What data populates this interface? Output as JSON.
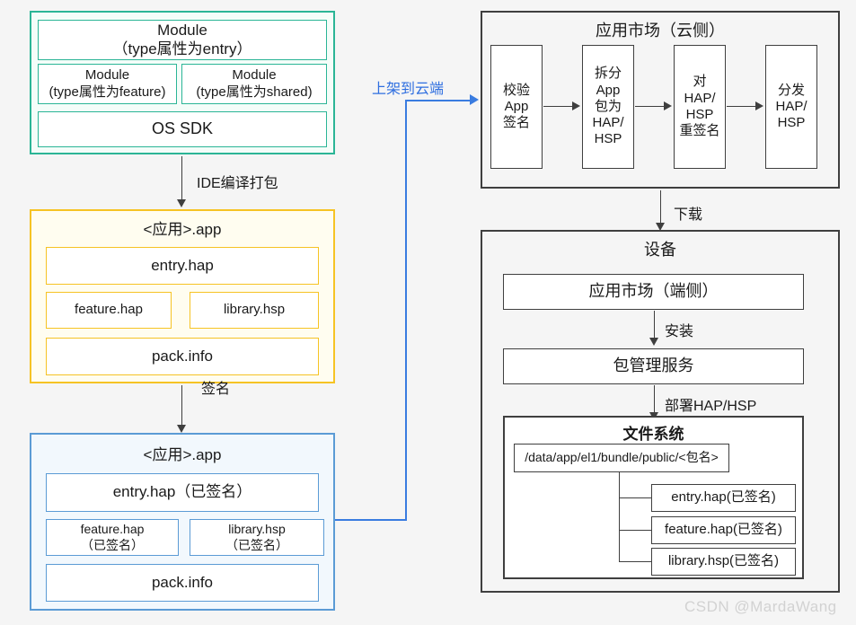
{
  "diagram": {
    "title_watermark": "CSDN @MardaWang",
    "colors": {
      "green": "#2bb596",
      "yellow": "#f6c324",
      "blue": "#5b9bd5",
      "dark": "#3f3f3f",
      "connector_blue": "#3a7ce0",
      "canvas_bg": "#f5f5f5"
    },
    "left_column": {
      "source_panel": {
        "name": "source-project",
        "modules": [
          {
            "label": "Module\n（type属性为entry）"
          },
          {
            "label": "Module\n(type属性为feature)"
          },
          {
            "label": "Module\n(type属性为shared)"
          },
          {
            "label": "OS SDK"
          }
        ]
      },
      "edge_compile": {
        "label": "IDE编译打包"
      },
      "app_panel": {
        "title": "<应用>.app",
        "items": [
          {
            "label": "entry.hap"
          },
          {
            "label": "feature.hap"
          },
          {
            "label": "library.hsp"
          },
          {
            "label": "pack.info"
          }
        ]
      },
      "edge_sign": {
        "label": "签名"
      },
      "signed_app_panel": {
        "title": "<应用>.app",
        "items": [
          {
            "label": "entry.hap（已签名）"
          },
          {
            "label": "feature.hap\n（已签名）"
          },
          {
            "label": "library.hsp\n（已签名）"
          },
          {
            "label": "pack.info"
          }
        ]
      }
    },
    "cross_edge": {
      "label": "上架到云端"
    },
    "right_column": {
      "cloud_panel": {
        "title": "应用市场（云侧）",
        "steps": [
          {
            "label": "校验\nApp\n签名"
          },
          {
            "label": "拆分\nApp\n包为\nHAP/\nHSP"
          },
          {
            "label": "对\nHAP/\nHSP\n重签名"
          },
          {
            "label": "分发\nHAP/\nHSP"
          }
        ]
      },
      "edge_download": {
        "label": "下载"
      },
      "device_panel": {
        "title": "设备",
        "store": {
          "label": "应用市场（端侧）"
        },
        "edge_install": {
          "label": "安装"
        },
        "bms": {
          "label": "包管理服务"
        },
        "edge_deploy": {
          "label": "部署HAP/HSP"
        },
        "filesystem": {
          "title": "文件系统",
          "root_path": "/data/app/el1/bundle/public/<包名>",
          "children": [
            {
              "label": "entry.hap(已签名)"
            },
            {
              "label": "feature.hap(已签名)"
            },
            {
              "label": "library.hsp(已签名)"
            }
          ]
        }
      }
    }
  }
}
